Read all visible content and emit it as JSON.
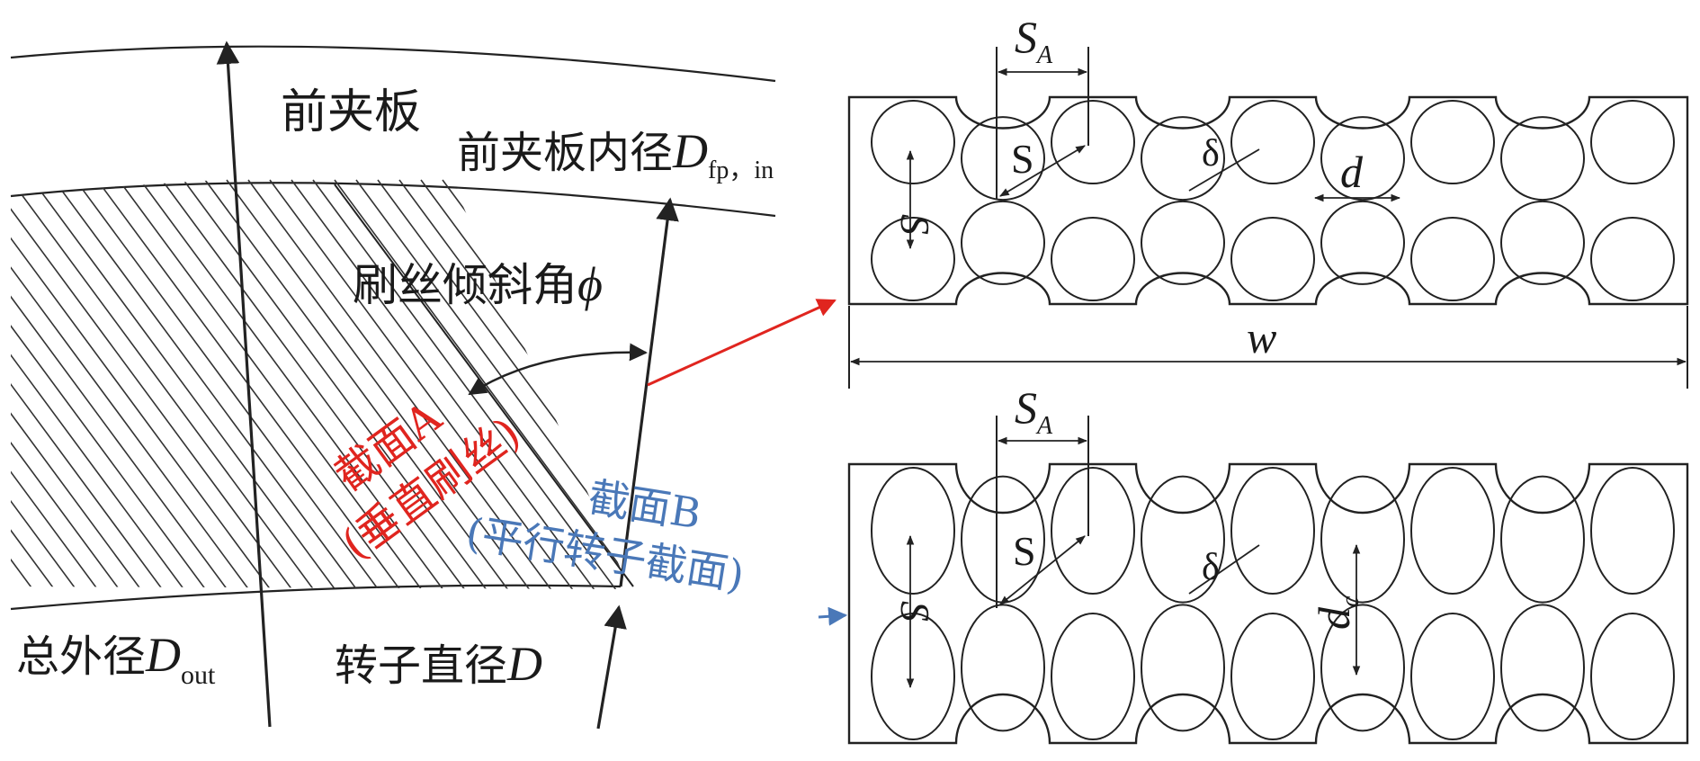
{
  "left_panel": {
    "front_plate": "前夹板",
    "front_plate_inner_diameter": "前夹板内径",
    "front_plate_inner_symbol": "D",
    "front_plate_inner_sub": "fp，in",
    "bristle_angle": "刷丝倾斜角",
    "bristle_angle_symbol": "ϕ",
    "section_a_line1": "截面A",
    "section_a_line2": "(垂直刷丝)",
    "section_b_line1": "截面B",
    "section_b_line2": "(平行转子截面)",
    "outer_diameter": "总外径",
    "outer_diameter_symbol": "D",
    "outer_diameter_sub": "out",
    "rotor_diameter": "转子直径",
    "rotor_diameter_symbol": "D"
  },
  "top_panel": {
    "sa_symbol": "S",
    "sa_sub": "A",
    "s_diag": "S",
    "s_vert": "S",
    "delta": "δ",
    "d": "d",
    "w": "w"
  },
  "bottom_panel": {
    "sa_symbol": "S",
    "sa_sub": "A",
    "s_diag": "S",
    "s_vert": "S",
    "delta": "δ",
    "dc_symbol": "d",
    "dc_sub": "c"
  },
  "colors": {
    "line": "#222222",
    "section_a": "#e0251f",
    "section_b": "#4a78b8",
    "arrow_red": "#e0251f",
    "arrow_blue": "#4a78b8"
  }
}
